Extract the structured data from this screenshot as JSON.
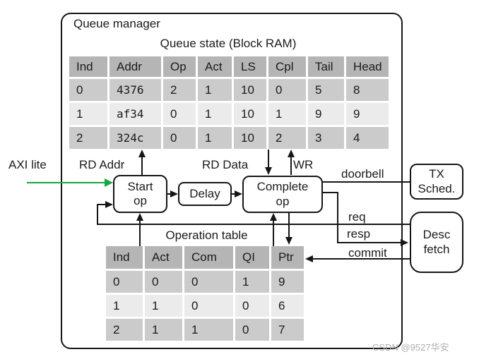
{
  "diagram": {
    "title": "Queue manager",
    "watermark": "CSDN @9527华安"
  },
  "queue_state_table": {
    "title": "Queue state (Block RAM)",
    "headers": [
      "Ind",
      "Addr",
      "Op",
      "Act",
      "LS",
      "Cpl",
      "Tail",
      "Head"
    ],
    "rows": [
      [
        "0",
        "4376",
        "2",
        "1",
        "10",
        "0",
        "5",
        "8"
      ],
      [
        "1",
        "af34",
        "0",
        "1",
        "10",
        "1",
        "9",
        "9"
      ],
      [
        "2",
        "324c",
        "0",
        "1",
        "10",
        "2",
        "3",
        "4"
      ]
    ]
  },
  "operation_table": {
    "title": "Operation table",
    "headers": [
      "Ind",
      "Act",
      "Com",
      "QI",
      "Ptr"
    ],
    "rows": [
      [
        "0",
        "0",
        "0",
        "1",
        "9"
      ],
      [
        "1",
        "1",
        "0",
        "0",
        "6"
      ],
      [
        "2",
        "1",
        "1",
        "0",
        "7"
      ]
    ]
  },
  "blocks": {
    "start_op": "Start\nop",
    "delay": "Delay",
    "complete_op": "Complete\nop",
    "tx_sched": "TX\nSched.",
    "desc_fetch": "Desc\nfetch"
  },
  "labels": {
    "axi_lite": "AXI lite",
    "rd_addr": "RD Addr",
    "rd_data": "RD Data",
    "wr": "WR",
    "doorbell": "doorbell",
    "req": "req",
    "resp": "resp",
    "commit": "commit"
  },
  "colors": {
    "accent_green": "#15a83c",
    "line": "#161616",
    "table_header_bg": "#b5b5b5",
    "row_dark": "#cbcbcb",
    "row_light": "#ebebeb",
    "watermark": "#b2afaf"
  }
}
